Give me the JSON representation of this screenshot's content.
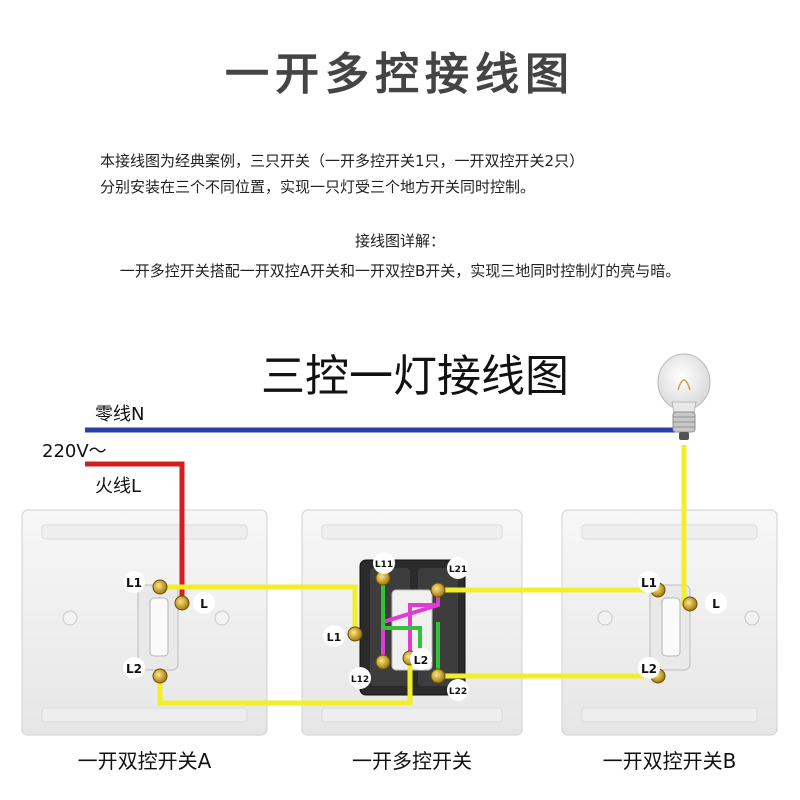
{
  "header": {
    "title": "一开多控接线图",
    "intro_line1": "本接线图为经典案例，三只开关（一开多控开关1只，一开双控开关2只）",
    "intro_line2": "分别安装在三个不同位置，实现一只灯受三个地方开关同时控制。",
    "detail_heading": "接线图详解：",
    "detail_text": "一开多控开关搭配一开双控A开关和一开双控B开关，实现三地同时控制灯的亮与暗。"
  },
  "diagram": {
    "title": "三控一灯接线图",
    "neutral_label": "零线N",
    "voltage_label": "220V～",
    "live_label": "火线L",
    "switch_a": {
      "caption": "一开双控开关A",
      "t_l1": "L1",
      "t_l2": "L2",
      "t_l": "L"
    },
    "switch_multi": {
      "caption": "一开多控开关",
      "t_l1": "L1",
      "t_l11": "L11",
      "t_l12": "L12",
      "t_l2": "L2",
      "t_l21": "L21",
      "t_l22": "L22"
    },
    "switch_b": {
      "caption": "一开双控开关B",
      "t_l1": "L1",
      "t_l2": "L2",
      "t_l": "L"
    }
  },
  "colors": {
    "neutral": "#2b3fa8",
    "live": "#d01f1f",
    "traveler": "#f2ef2a",
    "magenta": "#e03bd6",
    "green": "#33c23a"
  }
}
